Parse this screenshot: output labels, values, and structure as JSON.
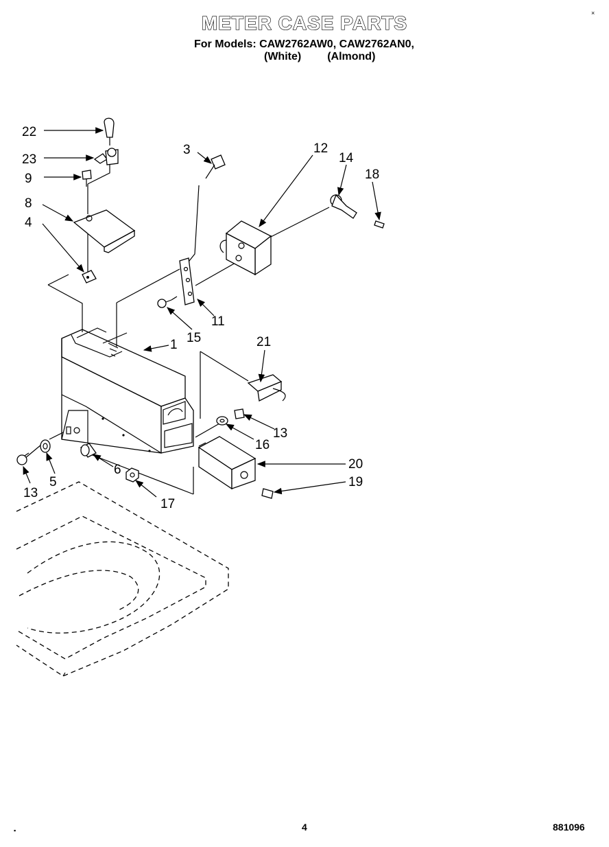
{
  "header": {
    "title": "METER CASE PARTS",
    "models_line": "For Models: CAW2762AW0, CAW2762AN0,",
    "variant_white": "(White)",
    "variant_almond": "(Almond)"
  },
  "footer": {
    "page_number": "4",
    "document_code": "881096",
    "corner_mark_top": "×",
    "corner_mark_bottom": "▪"
  },
  "callouts": [
    "22",
    "23",
    "9",
    "8",
    "4",
    "3",
    "12",
    "14",
    "18",
    "11",
    "15",
    "1",
    "21",
    "13",
    "16",
    "20",
    "19",
    "5",
    "6",
    "13",
    "17"
  ]
}
